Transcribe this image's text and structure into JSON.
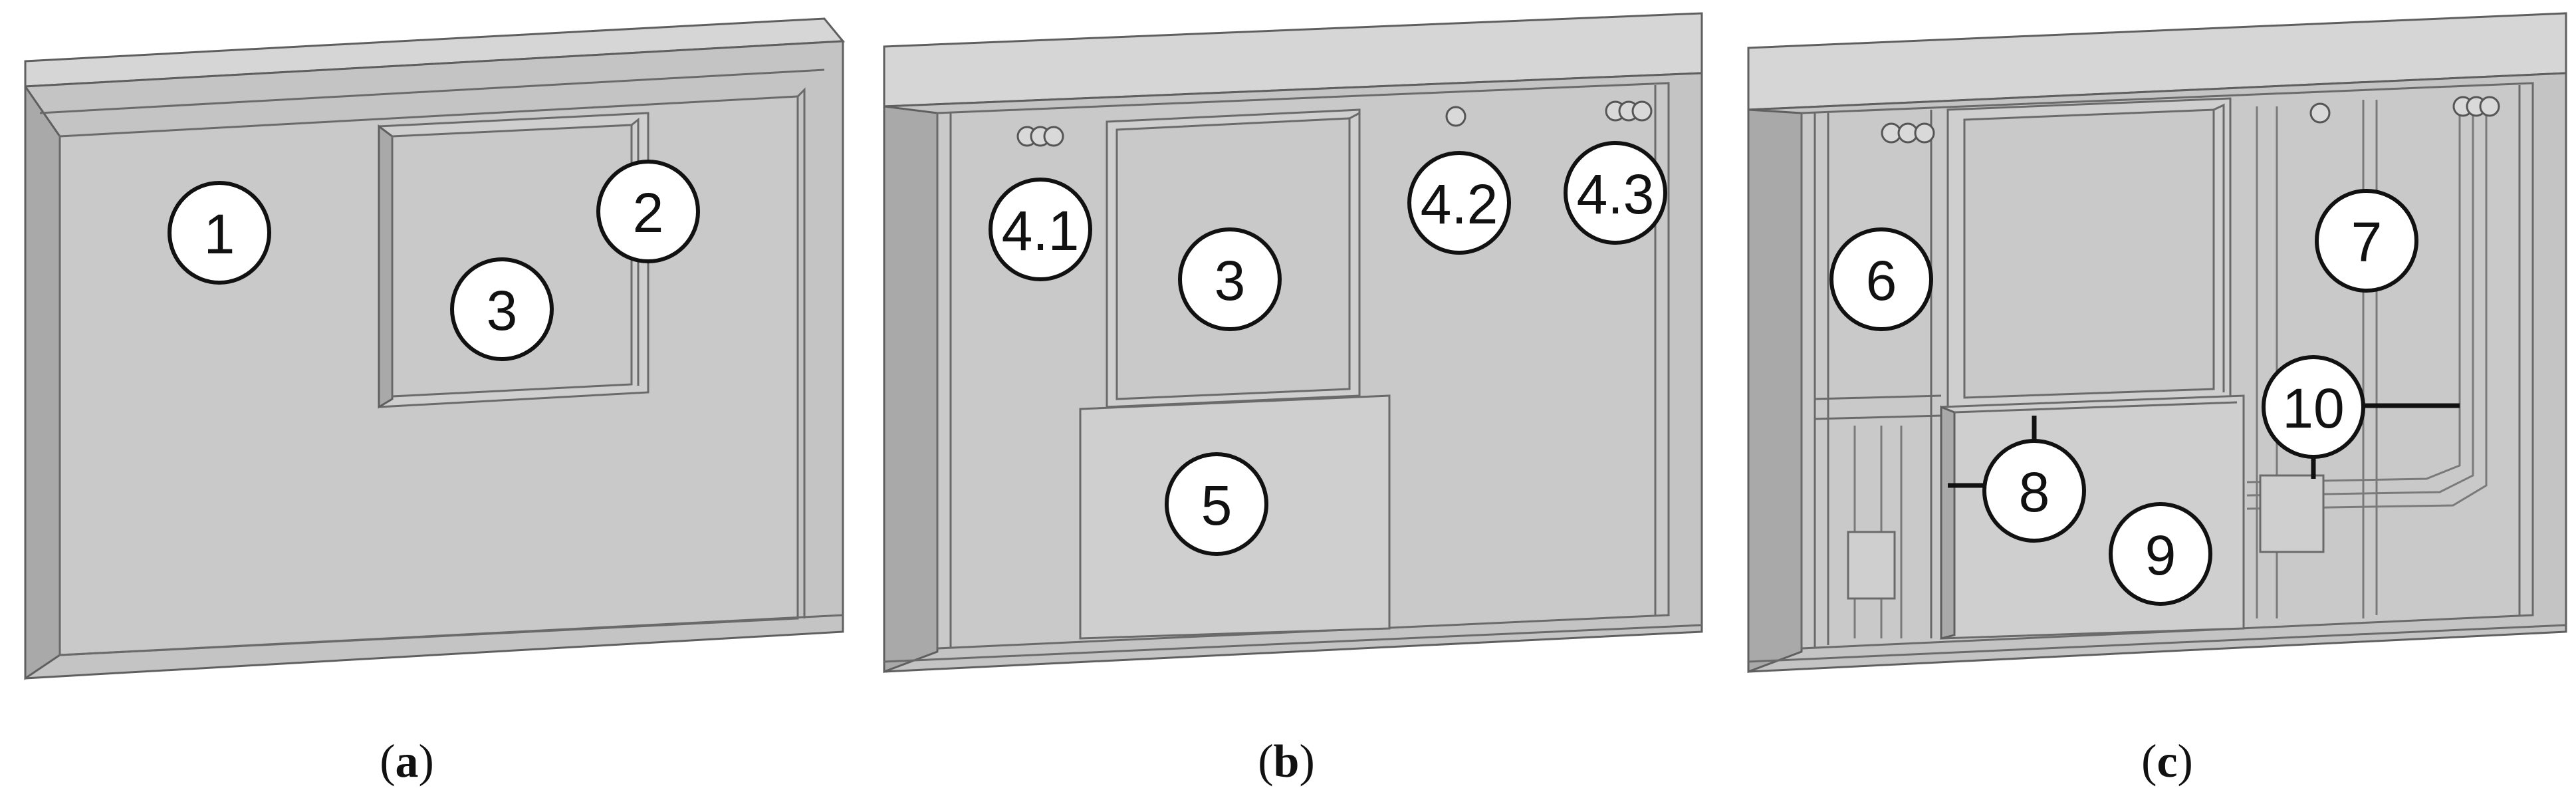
{
  "panels": [
    {
      "id": "a",
      "caption": "a",
      "callouts": [
        "1",
        "2",
        "3"
      ]
    },
    {
      "id": "b",
      "caption": "b",
      "callouts": [
        "4.1",
        "3",
        "4.2",
        "4.3",
        "5"
      ]
    },
    {
      "id": "c",
      "caption": "c",
      "callouts": [
        "6",
        "7",
        "10",
        "8",
        "9"
      ]
    }
  ],
  "colors": {
    "wall": "#c4c4c4",
    "edge": "#5f5f5f",
    "callout_fill": "#ffffff",
    "callout_stroke": "#111111"
  }
}
